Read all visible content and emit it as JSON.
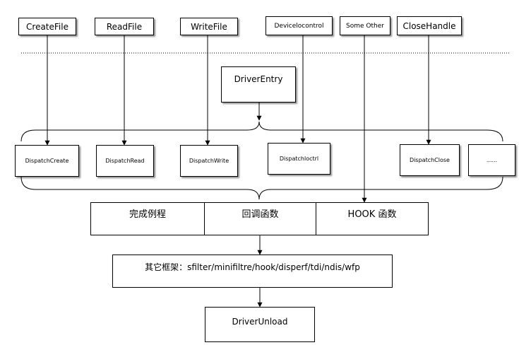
{
  "top_calls": [
    "CreateFile",
    "ReadFile",
    "WriteFile",
    "Devicelocontrol",
    "Some Other",
    "CloseHandle"
  ],
  "driver_entry": "DriverEntry",
  "dispatch": [
    "DispatchCreate",
    "DispatchRead",
    "DispatchWrite",
    "Dispatchloctrl",
    "DispatchClose",
    "......"
  ],
  "routines": [
    "完成例程",
    "回调函数",
    "HOOK 函数"
  ],
  "frameworks": "其它框架：sfilter/minifiltre/hook/disperf/tdi/ndis/wfp",
  "driver_unload": "DriverUnload"
}
